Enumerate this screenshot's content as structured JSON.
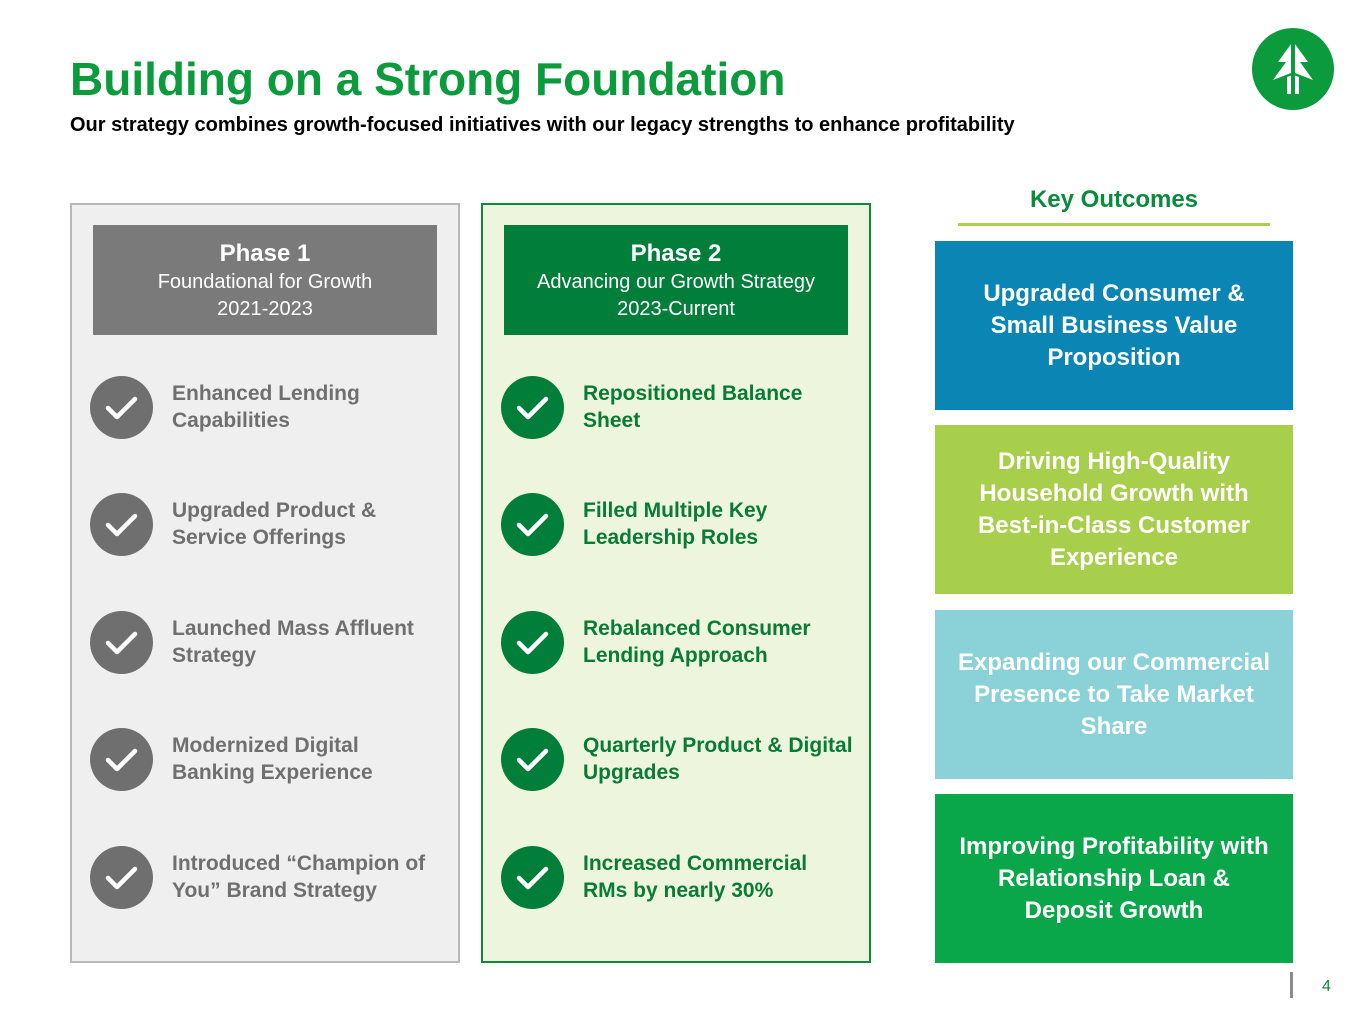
{
  "header": {
    "title": "Building on a Strong Foundation",
    "subtitle": "Our strategy combines growth-focused initiatives with our legacy strengths to enhance profitability"
  },
  "logo": {
    "icon": "pine-tree-icon",
    "color": "#0b9a3c"
  },
  "phase1": {
    "title": "Phase 1",
    "line1": "Foundational for Growth",
    "line2": "2021-2023",
    "items": [
      "Enhanced Lending Capabilities",
      "Upgraded Product & Service Offerings",
      "Launched Mass Affluent Strategy",
      "Modernized Digital Banking Experience",
      "Introduced “Champion of You” Brand Strategy"
    ]
  },
  "phase2": {
    "title": "Phase 2",
    "line1": "Advancing our Growth Strategy",
    "line2": "2023-Current",
    "items": [
      "Repositioned Balance Sheet",
      "Filled Multiple Key Leadership Roles",
      "Rebalanced Consumer Lending Approach",
      "Quarterly Product & Digital Upgrades",
      "Increased Commercial RMs by nearly 30%"
    ]
  },
  "outcomes": {
    "heading": "Key Outcomes",
    "items": [
      {
        "text": "Upgraded Consumer & Small Business Value Proposition",
        "color": "#0b86b4"
      },
      {
        "text": "Driving High-Quality Household Growth with Best-in-Class Customer Experience",
        "color": "#a8cf4c"
      },
      {
        "text": "Expanding our Commercial Presence to Take Market Share",
        "color": "#8ad2d8"
      },
      {
        "text": "Improving Profitability with Relationship Loan & Deposit Growth",
        "color": "#0aa74a"
      }
    ]
  },
  "footer": {
    "page_number": "4"
  }
}
